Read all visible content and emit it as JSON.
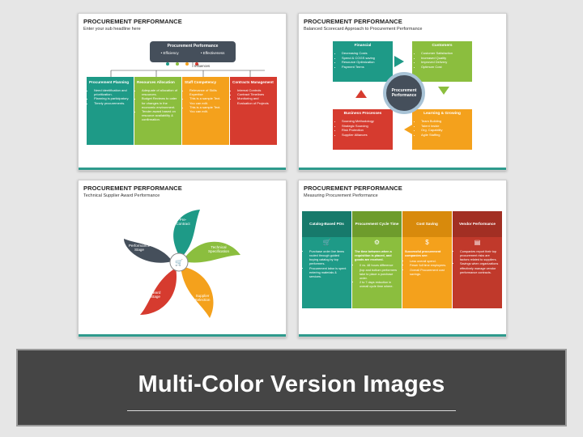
{
  "colors": {
    "teal": "#1e9a87",
    "green": "#8bbe3e",
    "orange": "#f4a11c",
    "red": "#d63b2f",
    "dark": "#454f5b",
    "banner": "#454545",
    "accent_line": "#2e9a8c"
  },
  "slide1": {
    "title": "PROCUREMENT PERFORMANCE",
    "subtitle": "Enter your sub headline here",
    "center_box": {
      "title": "Procurement Performance",
      "items": [
        "Efficiency",
        "Effectiveness"
      ]
    },
    "influences_label": "Influences",
    "columns": [
      {
        "title": "Procurement Planning",
        "bullets": [
          "Need identification and prioritization.",
          "Planning is participatory.",
          "Timely procurements."
        ]
      },
      {
        "title": "Resources Allocation",
        "bullets": [
          "Adequate of allocation of resources.",
          "Budget Reviews to cater for changes in the economic environment.",
          "Tender award based on resource availability & confirmation."
        ]
      },
      {
        "title": "Staff Competency",
        "bullets": [
          "Relevance of Skills Expertise",
          "This is a sample Text. You can edit.",
          "This is a sample Text. You can edit."
        ]
      },
      {
        "title": "Contracts Management",
        "bullets": [
          "Internal Controls",
          "Contract Timelines",
          "Monitoring and Evaluation of Projects"
        ]
      }
    ]
  },
  "slide2": {
    "title": "PROCUREMENT PERFORMANCE",
    "subtitle": "Balanced Scorecard Approach to Procurement Performance",
    "center": "Procurement Performance",
    "quadrants": [
      {
        "title": "Financial",
        "bullets": [
          "Decreasing Costs",
          "Spend & COGS saving",
          "Resource Optimization",
          "Payment Terms"
        ]
      },
      {
        "title": "Customers",
        "bullets": [
          "Customer Satisfaction",
          "Increased Quality",
          "Improved Delivery",
          "Optimum Cost"
        ]
      },
      {
        "title": "Business Processes",
        "bullets": [
          "Sourcing Methodology",
          "Strategic Sourcing",
          "Risk Protection",
          "Supplier Alliances"
        ]
      },
      {
        "title": "Learning & Growing",
        "bullets": [
          "Team Building",
          "Talent Inside",
          "Org. Capability",
          "Agile Staffing"
        ]
      }
    ]
  },
  "slide3": {
    "title": "PROCUREMENT PERFORMANCE",
    "subtitle": "Technical Supplier Award Performance",
    "petals": [
      "Pre-Contract",
      "Technical Specification",
      "Supplier Selection",
      "Award Stage",
      "Performance Stage"
    ]
  },
  "slide4": {
    "title": "PROCUREMENT PERFORMANCE",
    "subtitle": "Measuring Procurement Performance",
    "cards": [
      {
        "title": "Catalog-Based POs",
        "lead": "",
        "bullets": [
          "Purchase order line items routed through guided buying catalog by top performers.",
          "Procurement labor is spent entering materials & services."
        ]
      },
      {
        "title": "Procurement Cycle Time",
        "lead": "The time between when a requisition is placed, and goods are received.",
        "bullets": [
          "0 vs. 48 hours difference (top and bottom performers take to place a purchase order.",
          "2 to 7 days reduction in overall cycle time where."
        ]
      },
      {
        "title": "Cost Saving",
        "lead": "Successful procurement companies see:",
        "bullets": [
          "Less overall spend.",
          "Fewer full time employees.",
          "Overall Procurement cost savings."
        ]
      },
      {
        "title": "Vendor Performance",
        "lead": "",
        "bullets": [
          "Companies report their top procurement risks are factors related to suppliers.",
          "Savings when organizations effectively manage vendor performance contracts."
        ]
      }
    ]
  },
  "banner": {
    "title": "Multi-Color Version Images"
  }
}
